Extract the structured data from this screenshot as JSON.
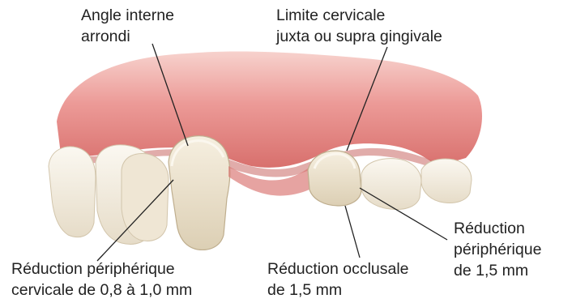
{
  "labels": {
    "angle_interne": {
      "line1": "Angle interne",
      "line2": "arrondi"
    },
    "limite_cervicale": {
      "line1": "Limite cervicale",
      "line2": "juxta ou supra gingivale"
    },
    "reduction_peripherique_cervicale": {
      "line1": "Réduction périphérique",
      "line2": "cervicale de 0,8 à 1,0 mm"
    },
    "reduction_occlusale": {
      "line1": "Réduction occlusale",
      "line2": "de 1,5 mm"
    },
    "reduction_peripherique": {
      "line1": "Réduction",
      "line2": "périphérique",
      "line3": "de 1,5 mm"
    }
  },
  "colors": {
    "gum": "#e88e8c",
    "gum_light": "#f6c6c2",
    "gum_dark": "#c8625f",
    "tooth": "#f4eee2",
    "tooth_shadow": "#d9cdb6",
    "prepared_tooth": "#ece3cf",
    "leader_line": "#222222"
  }
}
